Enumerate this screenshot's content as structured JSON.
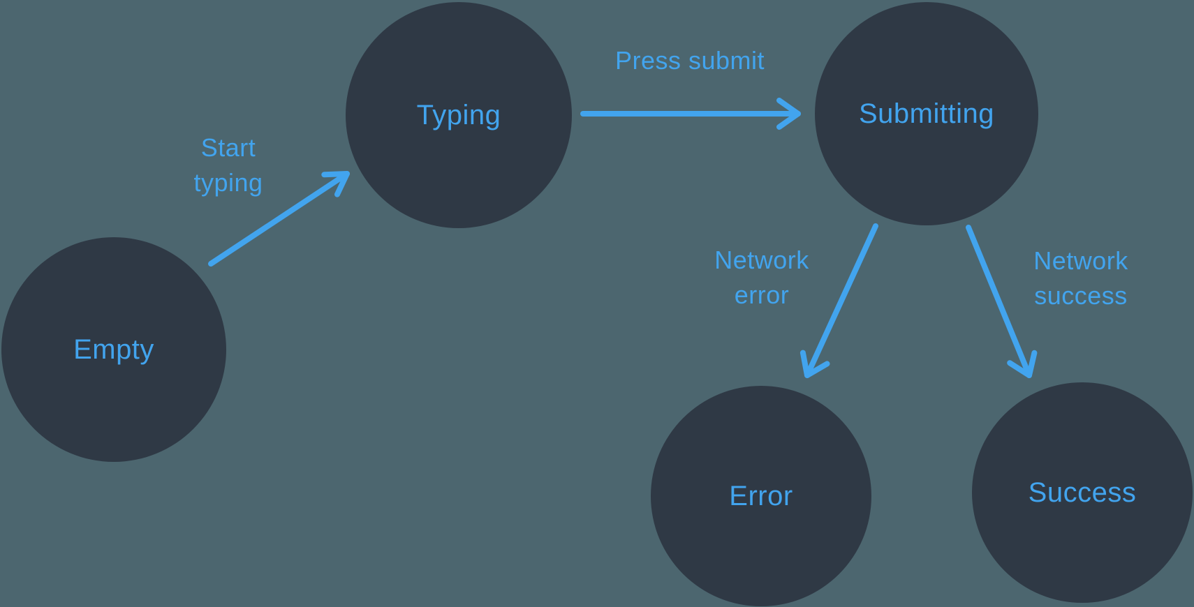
{
  "colors": {
    "background": "#4C666F",
    "node_fill": "#2F3945",
    "accent": "#42A4EE"
  },
  "diagram": {
    "type": "state-machine",
    "states": [
      {
        "id": "empty",
        "label": "Empty"
      },
      {
        "id": "typing",
        "label": "Typing"
      },
      {
        "id": "submitting",
        "label": "Submitting"
      },
      {
        "id": "error",
        "label": "Error"
      },
      {
        "id": "success",
        "label": "Success"
      }
    ],
    "transitions": [
      {
        "from": "empty",
        "to": "typing",
        "label": "Start typing"
      },
      {
        "from": "typing",
        "to": "submitting",
        "label": "Press submit"
      },
      {
        "from": "submitting",
        "to": "error",
        "label": "Network error"
      },
      {
        "from": "submitting",
        "to": "success",
        "label": "Network success"
      }
    ]
  }
}
